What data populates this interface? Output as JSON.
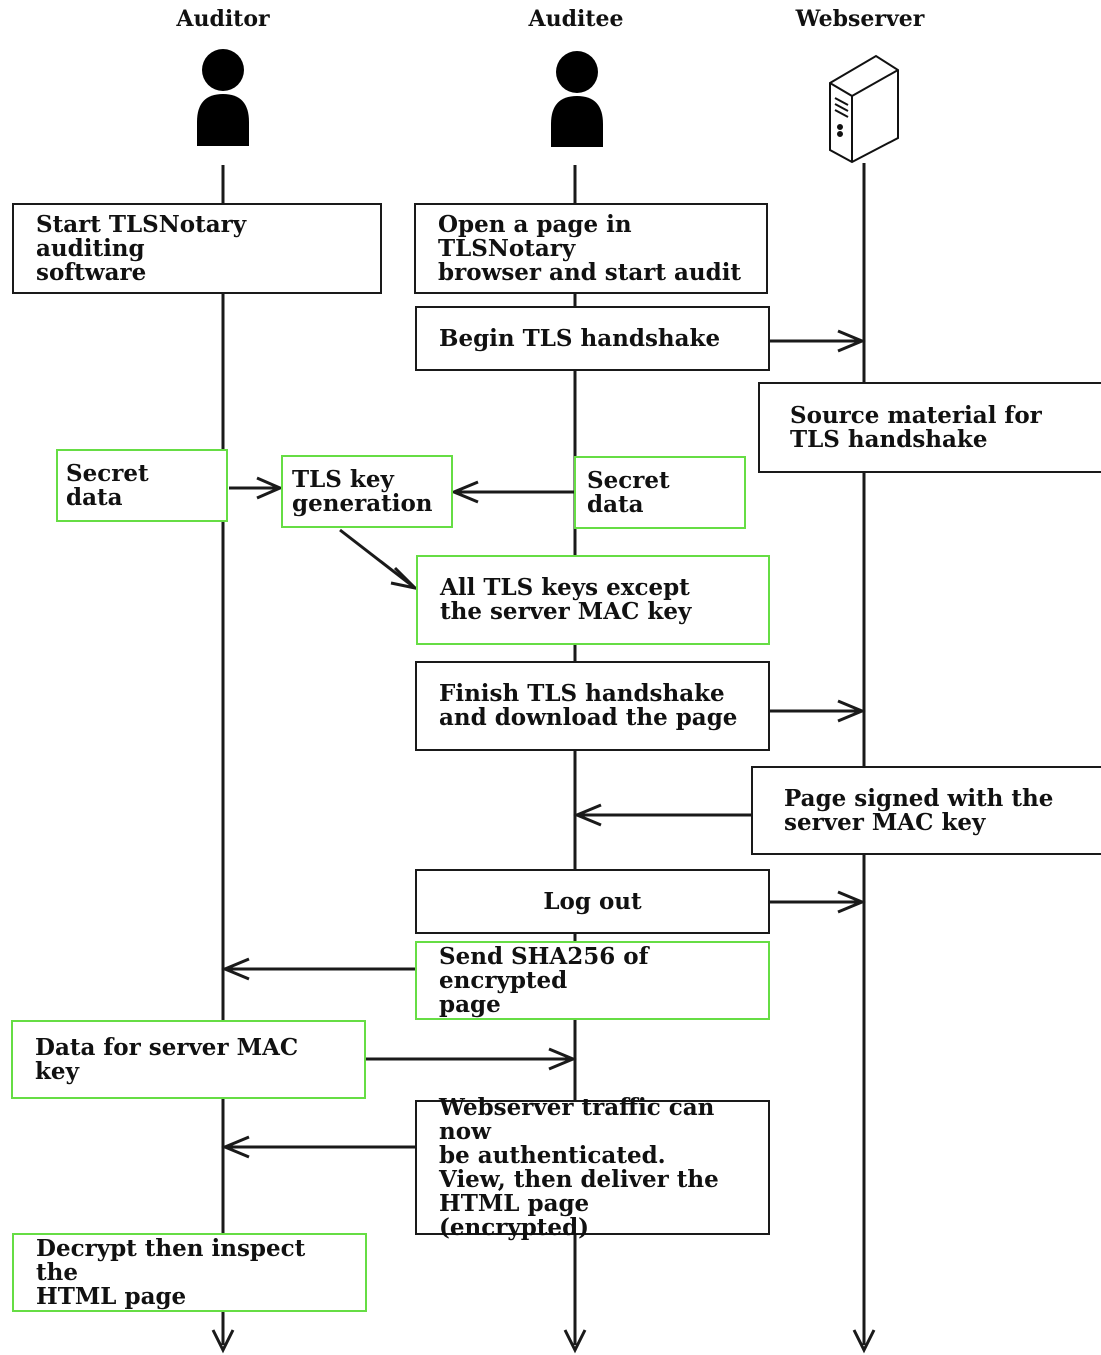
{
  "actors": {
    "auditor": "Auditor",
    "auditee": "Auditee",
    "webserver": "Webserver"
  },
  "icons": {
    "auditor": "person-icon",
    "auditee": "person-icon",
    "webserver": "server-icon"
  },
  "colors": {
    "line": "#1a1a1a",
    "highlight_border": "#66dd44"
  },
  "steps": {
    "start_software": "Start TLSNotary auditing\nsoftware",
    "open_page": "Open a page in TLSNotary\nbrowser and start audit",
    "begin_handshake": "Begin TLS handshake",
    "source_material": "Source material for\nTLS handshake",
    "auditor_secret": "Secret data",
    "key_generation": "TLS key\ngeneration",
    "auditee_secret": "Secret data",
    "all_keys": "All TLS keys except\nthe server MAC key",
    "finish_handshake": "Finish TLS handshake\nand download the page",
    "page_signed": "Page signed with the\nserver MAC key",
    "log_out": "Log out",
    "send_sha": "Send SHA256 of encrypted\npage",
    "mac_data": "Data for server MAC key",
    "traffic_auth": "Webserver traffic can now\nbe authenticated.\nView, then deliver the\nHTML page (encrypted)",
    "decrypt_inspect": "Decrypt then inspect the\nHTML page"
  }
}
